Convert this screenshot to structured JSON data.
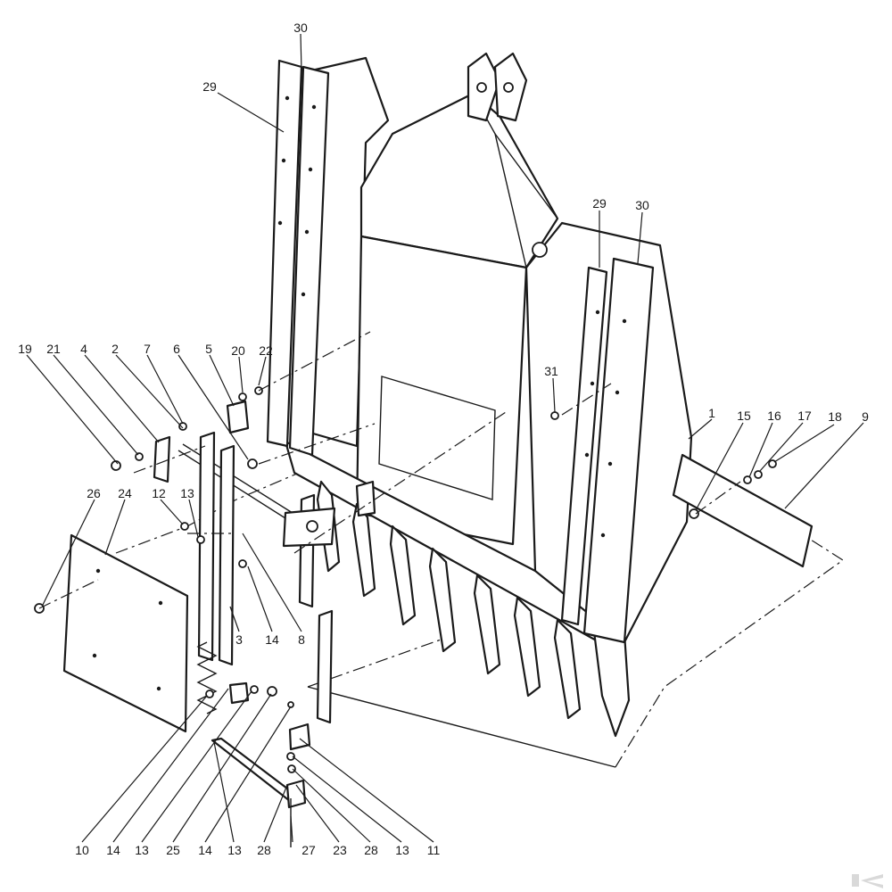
{
  "diagram": {
    "part_numbers": [
      {
        "id": "30a",
        "text": "30"
      },
      {
        "id": "29a",
        "text": "29"
      },
      {
        "id": "29b",
        "text": "29"
      },
      {
        "id": "30b",
        "text": "30"
      },
      {
        "id": "19",
        "text": "19"
      },
      {
        "id": "21",
        "text": "21"
      },
      {
        "id": "4",
        "text": "4"
      },
      {
        "id": "2",
        "text": "2"
      },
      {
        "id": "7",
        "text": "7"
      },
      {
        "id": "6",
        "text": "6"
      },
      {
        "id": "5",
        "text": "5"
      },
      {
        "id": "20",
        "text": "20"
      },
      {
        "id": "22",
        "text": "22"
      },
      {
        "id": "31",
        "text": "31"
      },
      {
        "id": "1",
        "text": "1"
      },
      {
        "id": "15",
        "text": "15"
      },
      {
        "id": "16",
        "text": "16"
      },
      {
        "id": "17",
        "text": "17"
      },
      {
        "id": "18",
        "text": "18"
      },
      {
        "id": "9",
        "text": "9"
      },
      {
        "id": "26",
        "text": "26"
      },
      {
        "id": "24",
        "text": "24"
      },
      {
        "id": "12",
        "text": "12"
      },
      {
        "id": "13a",
        "text": "13"
      },
      {
        "id": "3",
        "text": "3"
      },
      {
        "id": "14a",
        "text": "14"
      },
      {
        "id": "8",
        "text": "8"
      },
      {
        "id": "10",
        "text": "10"
      },
      {
        "id": "14b",
        "text": "14"
      },
      {
        "id": "13b",
        "text": "13"
      },
      {
        "id": "25",
        "text": "25"
      },
      {
        "id": "14c",
        "text": "14"
      },
      {
        "id": "13c",
        "text": "13"
      },
      {
        "id": "28a",
        "text": "28"
      },
      {
        "id": "27",
        "text": "27"
      },
      {
        "id": "23",
        "text": "23"
      },
      {
        "id": "28b",
        "text": "28"
      },
      {
        "id": "13d",
        "text": "13"
      },
      {
        "id": "11",
        "text": "11"
      }
    ]
  },
  "colors": {
    "line": "#1a1a1a",
    "paper": "#ffffff",
    "logo": "#d9d9d9"
  },
  "icons": {
    "brand_logo": "k-logo-icon"
  }
}
